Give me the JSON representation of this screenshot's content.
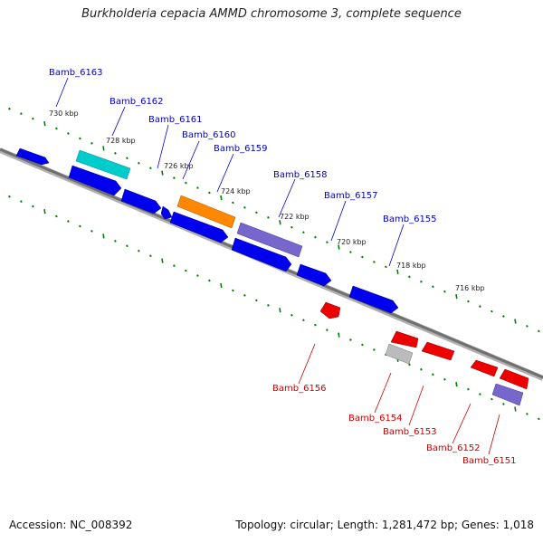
{
  "title": "Burkholderia cepacia AMMD chromosome 3, complete sequence",
  "footer": {
    "accession": "Accession: NC_008392",
    "summary": "Topology: circular; Length: 1,281,472 bp; Genes: 1,018"
  },
  "colors": {
    "forward_label": "#0000cc",
    "reverse_label": "#cc0000",
    "backbone": "#808080",
    "tick": "#008000"
  },
  "scale_labels": [
    "730 kbp",
    "728 kbp",
    "726 kbp",
    "724 kbp",
    "722 kbp",
    "720 kbp",
    "718 kbp",
    "716 kbp"
  ],
  "genes_top": [
    {
      "name": "Bamb_6163",
      "color": "#0000ee"
    },
    {
      "name": "Bamb_6162",
      "color": "#00cccc"
    },
    {
      "name": "Bamb_6161",
      "color": "#0000ee"
    },
    {
      "name": "Bamb_6160",
      "color": "#ff8800"
    },
    {
      "name": "Bamb_6159",
      "color": "#0000ee"
    },
    {
      "name": "Bamb_6158",
      "color": "#7766cc"
    },
    {
      "name": "Bamb_6157",
      "color": "#0000ee"
    },
    {
      "name": "Bamb_6155",
      "color": "#0000ee"
    }
  ],
  "genes_bottom": [
    {
      "name": "Bamb_6156",
      "color": "#ee0000"
    },
    {
      "name": "Bamb_6154",
      "color": "#bbbbbb"
    },
    {
      "name": "Bamb_6153",
      "color": "#ee0000"
    },
    {
      "name": "Bamb_6152",
      "color": "#ee0000"
    },
    {
      "name": "Bamb_6151",
      "color": "#7766cc"
    }
  ]
}
